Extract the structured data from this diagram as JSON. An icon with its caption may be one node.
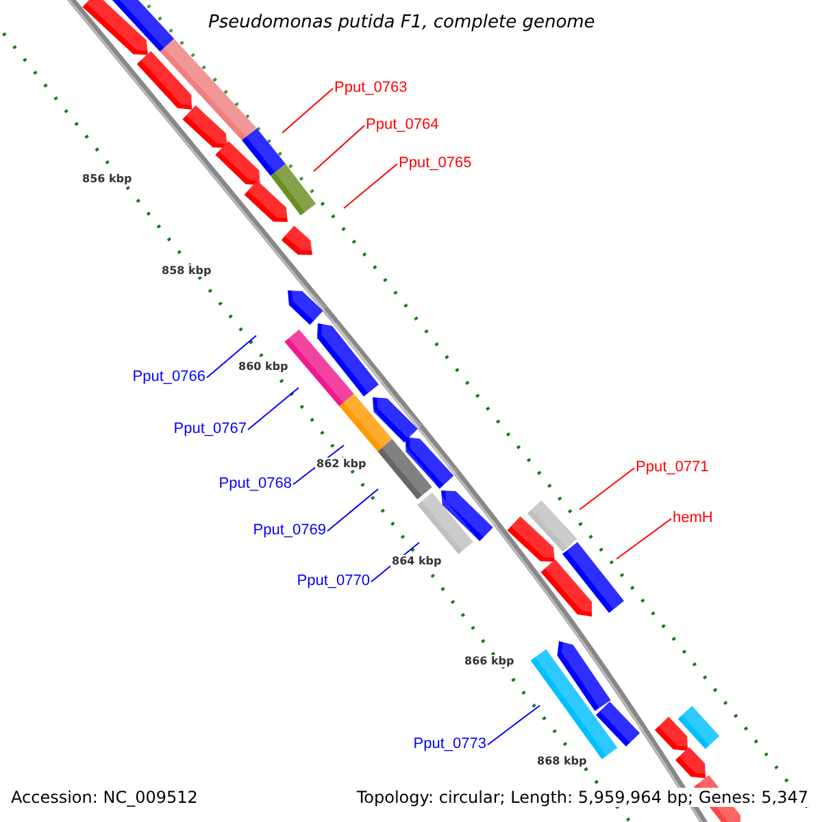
{
  "diagram": {
    "title": "Pseudomonas putida F1, complete genome",
    "nodes": [
      {
        "text": [
          "Pput_0763"
        ]
      },
      {
        "text": [
          "Pput_0764"
        ]
      },
      {
        "text": [
          "Pput_0765"
        ]
      },
      {
        "text": [
          "Pput_0766"
        ]
      },
      {
        "text": [
          "Pput_0767"
        ]
      },
      {
        "text": [
          "Pput_0768"
        ]
      },
      {
        "text": [
          "Pput_0769"
        ]
      },
      {
        "text": [
          "Pput_0770"
        ]
      },
      {
        "text": [
          "Pput_0771"
        ]
      },
      {
        "text": [
          "hemH"
        ]
      },
      {
        "text": [
          "Pput_0773"
        ]
      }
    ],
    "edges": [
      {
        "from": 0,
        "to": null,
        "arrow": "none",
        "color": "#ff0000"
      },
      {
        "from": 1,
        "to": null,
        "arrow": "none",
        "color": "#ff0000"
      },
      {
        "from": 2,
        "to": null,
        "arrow": "none",
        "color": "#ff0000"
      },
      {
        "from": 3,
        "to": null,
        "arrow": "none"
      },
      {
        "from": 4,
        "to": null,
        "arrow": "none"
      },
      {
        "from": 5,
        "to": null,
        "arrow": "none"
      },
      {
        "from": 6,
        "to": null,
        "arrow": "none"
      },
      {
        "from": 7,
        "to": null,
        "arrow": "none"
      },
      {
        "from": 8,
        "to": null,
        "arrow": "none",
        "color": "#ff0000"
      },
      {
        "from": 9,
        "to": null,
        "arrow": "none",
        "color": "#ff0000"
      },
      {
        "from": 10,
        "to": null,
        "arrow": "none"
      }
    ],
    "labels": [
      "856 kbp",
      "858 kbp",
      "860 kbp",
      "862 kbp",
      "864 kbp",
      "866 kbp",
      "868 kbp",
      "Accession: NC_009512",
      "Topology: circular; Length: 5,959,964 bp; Genes: 5,347"
    ]
  }
}
